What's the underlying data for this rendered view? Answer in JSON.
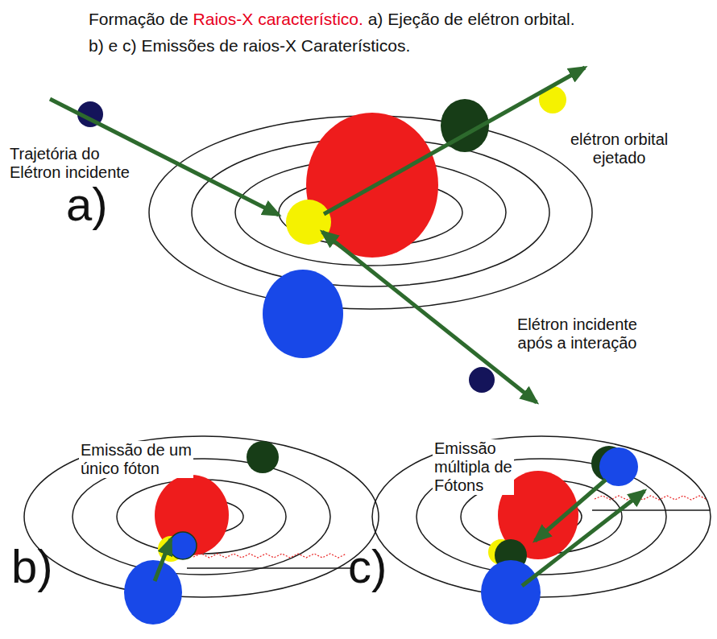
{
  "diagram": {
    "title": "Formação de Raios-X característico. a) Ejeção de elétron orbital. b) e c) Emissões de raios-X Caraterísticos.",
    "labels": [
      "Trajetória do Elétron incidente",
      "a)",
      "elétron orbital ejetado",
      "Elétron incidente após a interação",
      "b)",
      "Emissão de um único fóton",
      "c)",
      "Emissão múltipla de Fótons"
    ]
  }
}
